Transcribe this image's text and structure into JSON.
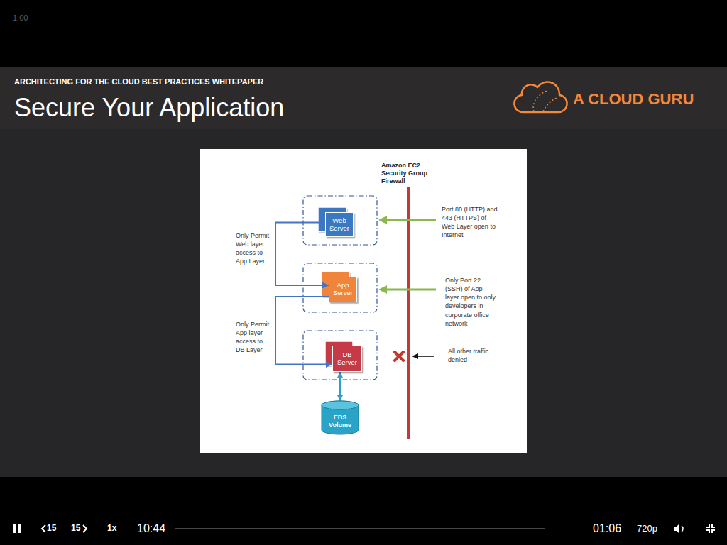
{
  "diagram": {
    "title": "Secure Your Application",
    "nodes": [
      {
        "text": [
          "Web Server"
        ]
      },
      {
        "text": [
          "App Server"
        ]
      },
      {
        "text": [
          "DB Server"
        ]
      },
      {
        "text": [
          "EBS Volume"
        ]
      }
    ],
    "edges": [
      {
        "from": 0,
        "to": 1,
        "arrow": "to"
      },
      {
        "from": 1,
        "to": 2,
        "arrow": "to"
      },
      {
        "from": 2,
        "to": 3,
        "arrow": "both"
      }
    ],
    "labels": [
      "1.00",
      "ARCHITECTING FOR THE CLOUD BEST PRACTICES WHITEPAPER",
      "A CLOUD GURU",
      "Amazon EC2 Security Group Firewall",
      "Only Permit Web layer access to App Layer",
      "Port 80 (HTTP) and 443 (HTTPS) of Web Layer open to Internet",
      "Only Port 22 (SSH) of App layer open to only developers in corporate office network",
      "Only Permit App layer access to DB Layer",
      "All other traffic denied",
      "15",
      "15",
      "1x",
      "10:44",
      "01:06",
      "720p"
    ]
  }
}
